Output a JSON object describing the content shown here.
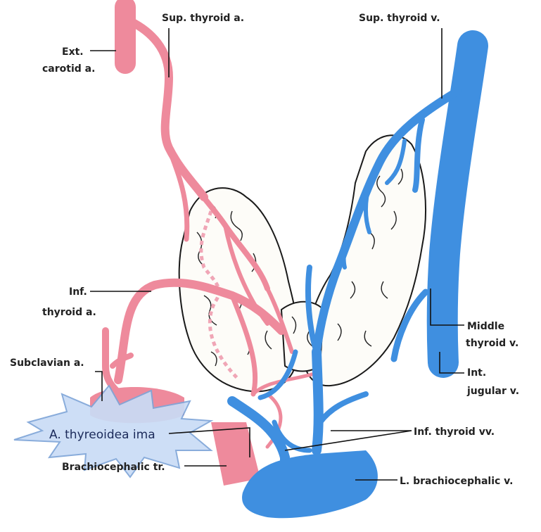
{
  "colors": {
    "artery": "#ee8a9c",
    "artery_dark": "#d9667e",
    "vein": "#3f8fe0",
    "vein_dark": "#2b6fbf",
    "gland_outline": "#1a1a1a",
    "callout_fill": "#c9dcf6",
    "callout_stroke": "#7fa6d8",
    "label_text": "#222222"
  },
  "labels": {
    "sup_thyroid_a": "Sup. thyroid a.",
    "sup_thyroid_v": "Sup. thyroid v.",
    "ext_carotid_line1": "Ext.",
    "ext_carotid_line2": "carotid a.",
    "inf_thyroid_a_line1": "Inf.",
    "inf_thyroid_a_line2": "thyroid a.",
    "subclavian_a": "Subclavian a.",
    "thyreoidea_ima": "A. thyreoidea ima",
    "brachiocephalic_tr": "Brachiocephalic tr.",
    "middle_thyroid_v_line1": "Middle",
    "middle_thyroid_v_line2": "thyroid v.",
    "int_jugular_v_line1": "Int.",
    "int_jugular_v_line2": "jugular v.",
    "inf_thyroid_vv": "Inf. thyroid vv.",
    "l_brachiocephalic_v": "L. brachiocephalic v."
  }
}
